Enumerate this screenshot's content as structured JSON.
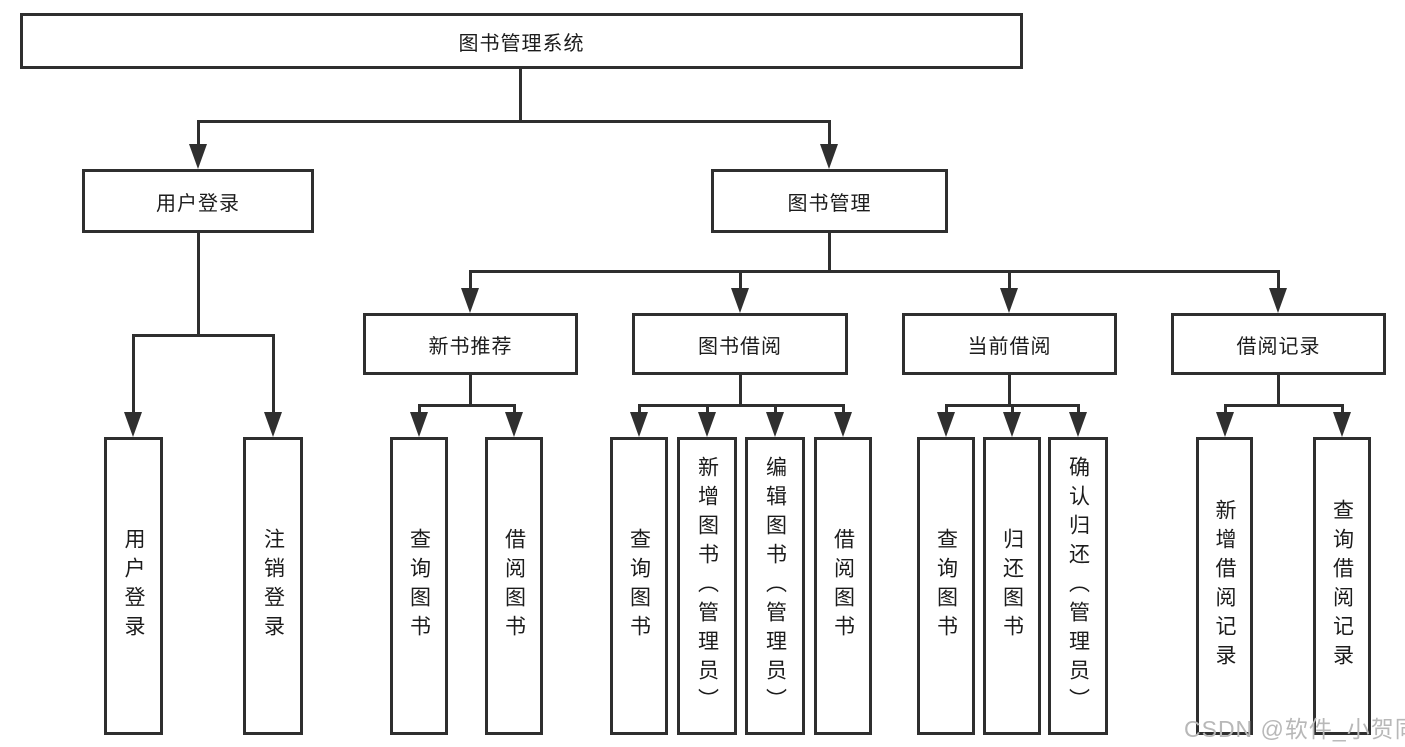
{
  "tree": {
    "root": {
      "label": "图书管理系统"
    },
    "branches": [
      {
        "label": "用户登录",
        "children": [
          {
            "label": "用户登录"
          },
          {
            "label": "注销登录"
          }
        ]
      },
      {
        "label": "图书管理",
        "groups": [
          {
            "label": "新书推荐",
            "children": [
              {
                "label": "查询图书"
              },
              {
                "label": "借阅图书"
              }
            ]
          },
          {
            "label": "图书借阅",
            "children": [
              {
                "label": "查询图书"
              },
              {
                "label": "新增图书（管理员）"
              },
              {
                "label": "编辑图书（管理员）"
              },
              {
                "label": "借阅图书"
              }
            ]
          },
          {
            "label": "当前借阅",
            "children": [
              {
                "label": "查询图书"
              },
              {
                "label": "归还图书"
              },
              {
                "label": "确认归还（管理员）"
              }
            ]
          },
          {
            "label": "借阅记录",
            "children": [
              {
                "label": "新增借阅记录"
              },
              {
                "label": "查询借阅记录"
              }
            ]
          }
        ]
      }
    ]
  },
  "watermark": {
    "text": "CSDN @软件_小贺同学"
  },
  "colors": {
    "line": "#2f2f2f",
    "text": "#1c1c1c",
    "watermark": "#b8b8b8",
    "background": "#ffffff"
  }
}
